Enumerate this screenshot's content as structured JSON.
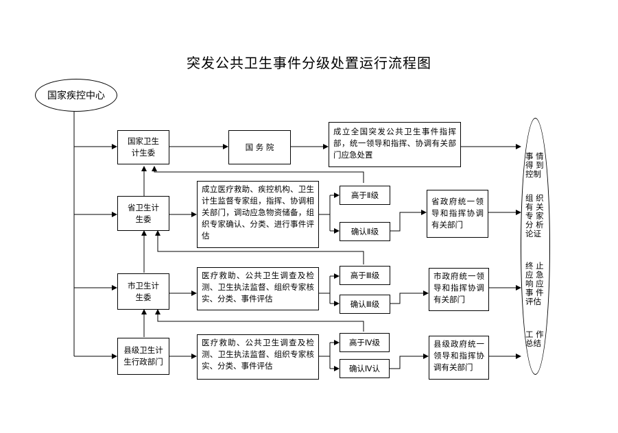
{
  "title": "突发公共卫生事件分级处置运行流程图",
  "nodes": {
    "cdc": "国家疾控中心",
    "national_health": "国家卫生\n计生委",
    "state_council": "国 务 院",
    "national_command": "成立全国突发公共卫生事件指挥部，统一领导和指挥、协调有关部门应急处置",
    "provincial_health": "省卫生计\n生委",
    "provincial_actions": "成立医疗救助、疾控机构、卫生计生监督专家组，指挥、协调相关部门，调动应急物资储备，组织专家确认、分类、进行事件评估",
    "level2_high": "高于Ⅱ级",
    "level2_confirm": "确认Ⅱ级",
    "provincial_gov": "省政府统一领导和指挥协调有关部门",
    "city_health": "市卫生计\n生委",
    "city_actions": "医疗救助、公共卫生调查及检测、卫生执法监督、组织专家核实、分类、事件评估",
    "level3_high": "高于Ⅲ级",
    "level3_confirm": "确认Ⅲ级",
    "city_gov": "市政府统一领导和指挥协调有关部门",
    "county_health": "县级卫生计\n生行政部门",
    "county_actions": "医疗救助、公共卫生调查及检测、卫生执法监督、组织专家核实、分类、事件评估",
    "level4_high": "高于Ⅳ级",
    "level4_confirm": "确认Ⅳ认",
    "county_gov": "县级政府统一领导和指挥协调有关部门"
  },
  "outcome_column": {
    "under_control": "事 情\n得 到\n控制",
    "expert_analysis": "组 织\n有 关\n专 家\n分 析\n论证",
    "end_response": "终 止\n应 急\n响 应\n事 件\n评估",
    "summary": "工 作\n总结"
  }
}
